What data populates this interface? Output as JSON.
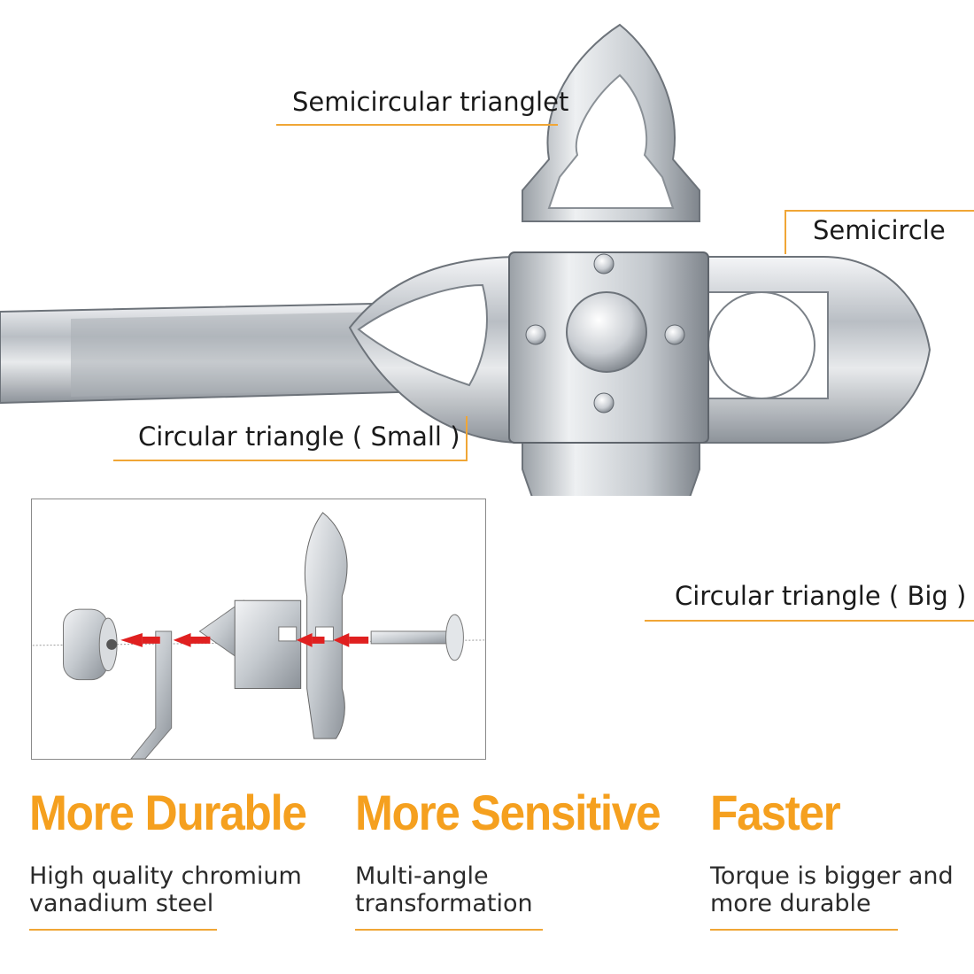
{
  "callouts": {
    "semicircular_trianglet": "Semicircular trianglet",
    "semicircle": "Semicircle",
    "circular_triangle_small": "Circular triangle ( Small )",
    "circular_triangle_big": "Circular triangle ( Big )"
  },
  "features": [
    {
      "title": "More Durable",
      "description_line1": "High quality chromium",
      "description_line2": "vanadium steel"
    },
    {
      "title": "More Sensitive",
      "description_line1": "Multi-angle transformation",
      "description_line2": ""
    },
    {
      "title": "Faster",
      "description_line1": "Torque is bigger and",
      "description_line2": "more durable"
    }
  ],
  "colors": {
    "accent": "#f5a01f",
    "callout_line": "#f0a636",
    "metal": "#c8ccd0",
    "arrow": "#e02020"
  }
}
